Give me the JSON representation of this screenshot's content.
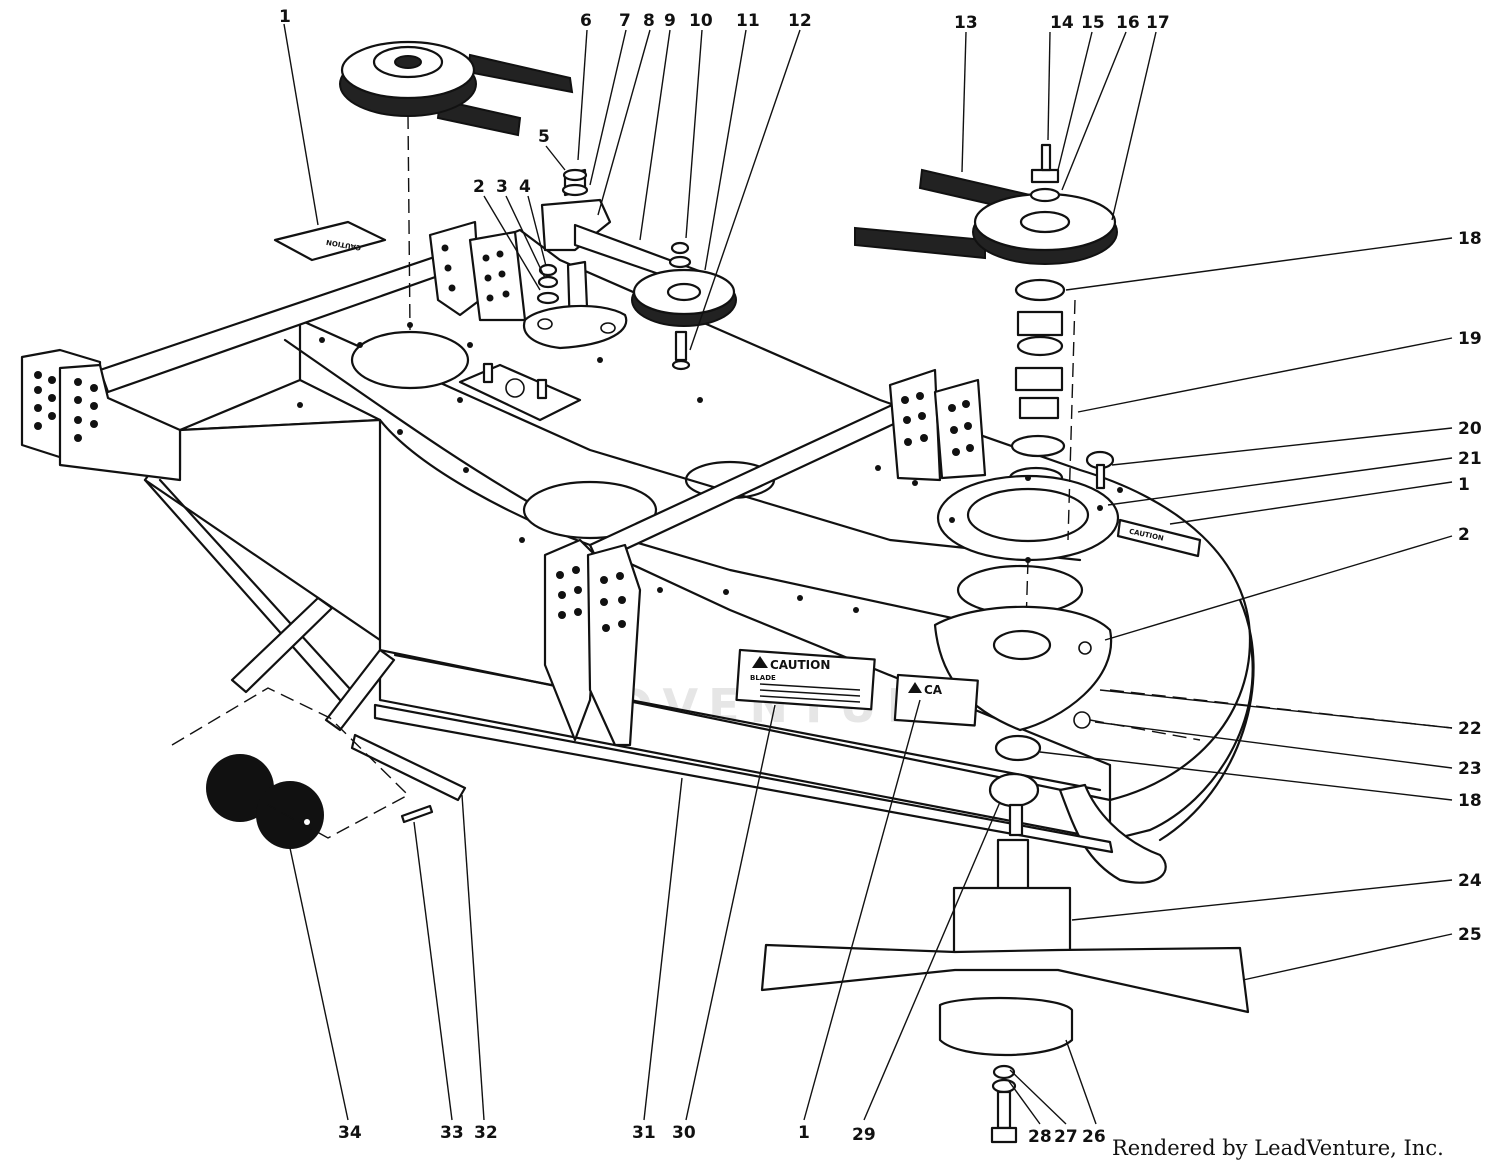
{
  "credit": "Rendered by LeadVenture, Inc.",
  "watermark": "LEADVENTURE",
  "decals": {
    "caution_top_left": "CAUTION",
    "caution_deck_right": "CAUTION",
    "caution_front_main": "CAUTION",
    "caution_front_sub": "BLADE",
    "caution_front_second": "CA"
  },
  "callouts": [
    {
      "id": "c-1-top",
      "text": "1"
    },
    {
      "id": "c-6",
      "text": "6"
    },
    {
      "id": "c-7",
      "text": "7"
    },
    {
      "id": "c-8",
      "text": "8"
    },
    {
      "id": "c-9",
      "text": "9"
    },
    {
      "id": "c-10",
      "text": "10"
    },
    {
      "id": "c-11",
      "text": "11"
    },
    {
      "id": "c-12",
      "text": "12"
    },
    {
      "id": "c-13",
      "text": "13"
    },
    {
      "id": "c-14",
      "text": "14"
    },
    {
      "id": "c-15",
      "text": "15"
    },
    {
      "id": "c-16",
      "text": "16"
    },
    {
      "id": "c-17",
      "text": "17"
    },
    {
      "id": "c-5",
      "text": "5"
    },
    {
      "id": "c-2-top",
      "text": "2"
    },
    {
      "id": "c-3",
      "text": "3"
    },
    {
      "id": "c-4",
      "text": "4"
    },
    {
      "id": "c-18-top",
      "text": "18"
    },
    {
      "id": "c-19",
      "text": "19"
    },
    {
      "id": "c-20",
      "text": "20"
    },
    {
      "id": "c-21",
      "text": "21"
    },
    {
      "id": "c-1-right",
      "text": "1"
    },
    {
      "id": "c-2-right",
      "text": "2"
    },
    {
      "id": "c-22",
      "text": "22"
    },
    {
      "id": "c-23",
      "text": "23"
    },
    {
      "id": "c-18-bottom",
      "text": "18"
    },
    {
      "id": "c-24",
      "text": "24"
    },
    {
      "id": "c-25",
      "text": "25"
    },
    {
      "id": "c-34",
      "text": "34"
    },
    {
      "id": "c-33",
      "text": "33"
    },
    {
      "id": "c-32",
      "text": "32"
    },
    {
      "id": "c-31",
      "text": "31"
    },
    {
      "id": "c-30",
      "text": "30"
    },
    {
      "id": "c-1-bottom",
      "text": "1"
    },
    {
      "id": "c-29",
      "text": "29"
    },
    {
      "id": "c-28",
      "text": "28"
    },
    {
      "id": "c-27",
      "text": "27"
    },
    {
      "id": "c-26",
      "text": "26"
    }
  ]
}
